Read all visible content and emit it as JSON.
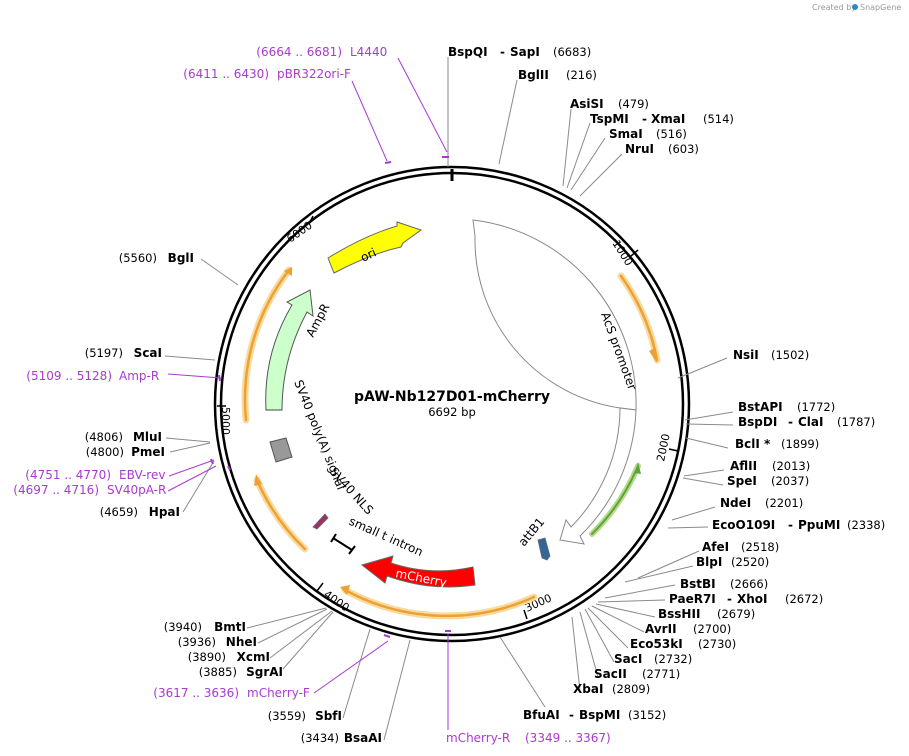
{
  "watermark": {
    "prefix": "Created by",
    "brand": "SnapGene"
  },
  "plasmid": {
    "name": "pAW-Nb127D01-mCherry",
    "size_label": "6692 bp"
  },
  "ticks": [
    "1000",
    "2000",
    "3000",
    "4000",
    "5000",
    "6000"
  ],
  "features": {
    "ori": "ori",
    "acs_promoter": "AcS promoter",
    "attb1": "attB1",
    "mcherry": "mCherry",
    "small_t_intron": "small t intron",
    "sv40_nls": "SV40 NLS",
    "sv40_polya": "SV40 poly(A) signal",
    "ampr": "AmpR"
  },
  "enzymes": [
    {
      "name": "BspQI",
      "name2": "SapI",
      "pos": "(6683)"
    },
    {
      "name": "BglII",
      "pos": "(216)"
    },
    {
      "name": "AsiSI",
      "pos": "(479)"
    },
    {
      "name": "TspMI",
      "name2": "XmaI",
      "pos": "(514)"
    },
    {
      "name": "SmaI",
      "pos": "(516)"
    },
    {
      "name": "NruI",
      "pos": "(603)"
    },
    {
      "name": "NsiI",
      "pos": "(1502)"
    },
    {
      "name": "BstAPI",
      "pos": "(1772)"
    },
    {
      "name": "BspDI",
      "name2": "ClaI",
      "pos": "(1787)"
    },
    {
      "name": "BclI",
      "star": "*",
      "pos": "(1899)"
    },
    {
      "name": "AflII",
      "pos": "(2013)"
    },
    {
      "name": "SpeI",
      "pos": "(2037)"
    },
    {
      "name": "NdeI",
      "pos": "(2201)"
    },
    {
      "name": "EcoO109I",
      "name2": "PpuMI",
      "pos": "(2338)"
    },
    {
      "name": "AfeI",
      "pos": "(2518)"
    },
    {
      "name": "BlpI",
      "pos": "(2520)"
    },
    {
      "name": "BstBI",
      "pos": "(2666)"
    },
    {
      "name": "PaeR7I",
      "name2": "XhoI",
      "pos": "(2672)"
    },
    {
      "name": "BssHII",
      "pos": "(2679)"
    },
    {
      "name": "AvrII",
      "pos": "(2700)"
    },
    {
      "name": "Eco53kI",
      "pos": "(2730)"
    },
    {
      "name": "SacI",
      "pos": "(2732)"
    },
    {
      "name": "SacII",
      "pos": "(2771)"
    },
    {
      "name": "XbaI",
      "pos": "(2809)"
    },
    {
      "name": "BfuAI",
      "name2": "BspMI",
      "pos": "(3152)"
    },
    {
      "name": "BsaAI",
      "pos": "(3434)"
    },
    {
      "name": "SbfI",
      "pos": "(3559)"
    },
    {
      "name": "SgrAI",
      "pos": "(3885)"
    },
    {
      "name": "XcmI",
      "pos": "(3890)"
    },
    {
      "name": "NheI",
      "pos": "(3936)"
    },
    {
      "name": "BmtI",
      "pos": "(3940)"
    },
    {
      "name": "HpaI",
      "pos": "(4659)"
    },
    {
      "name": "PmeI",
      "pos": "(4800)"
    },
    {
      "name": "MluI",
      "pos": "(4806)"
    },
    {
      "name": "ScaI",
      "pos": "(5197)"
    },
    {
      "name": "BglI",
      "pos": "(5560)"
    }
  ],
  "primers": [
    {
      "name": "L4440",
      "range": "(6664 .. 6681)"
    },
    {
      "name": "pBR322ori-F",
      "range": "(6411 .. 6430)"
    },
    {
      "name": "Amp-R",
      "range": "(5109 .. 5128)"
    },
    {
      "name": "EBV-rev",
      "range": "(4751 .. 4770)"
    },
    {
      "name": "SV40pA-R",
      "range": "(4697 .. 4716)"
    },
    {
      "name": "mCherry-F",
      "range": "(3617 .. 3636)"
    },
    {
      "name": "mCherry-R",
      "range": "(3349 .. 3367)"
    }
  ],
  "colors": {
    "primer": "#a93ad0",
    "ori": "#ffff00",
    "mcherry": "#ff0000",
    "ampr": "#ccffcc",
    "orf": "#f0a030",
    "polya": "#999999",
    "attb1": "#336699",
    "nls": "#993366"
  }
}
